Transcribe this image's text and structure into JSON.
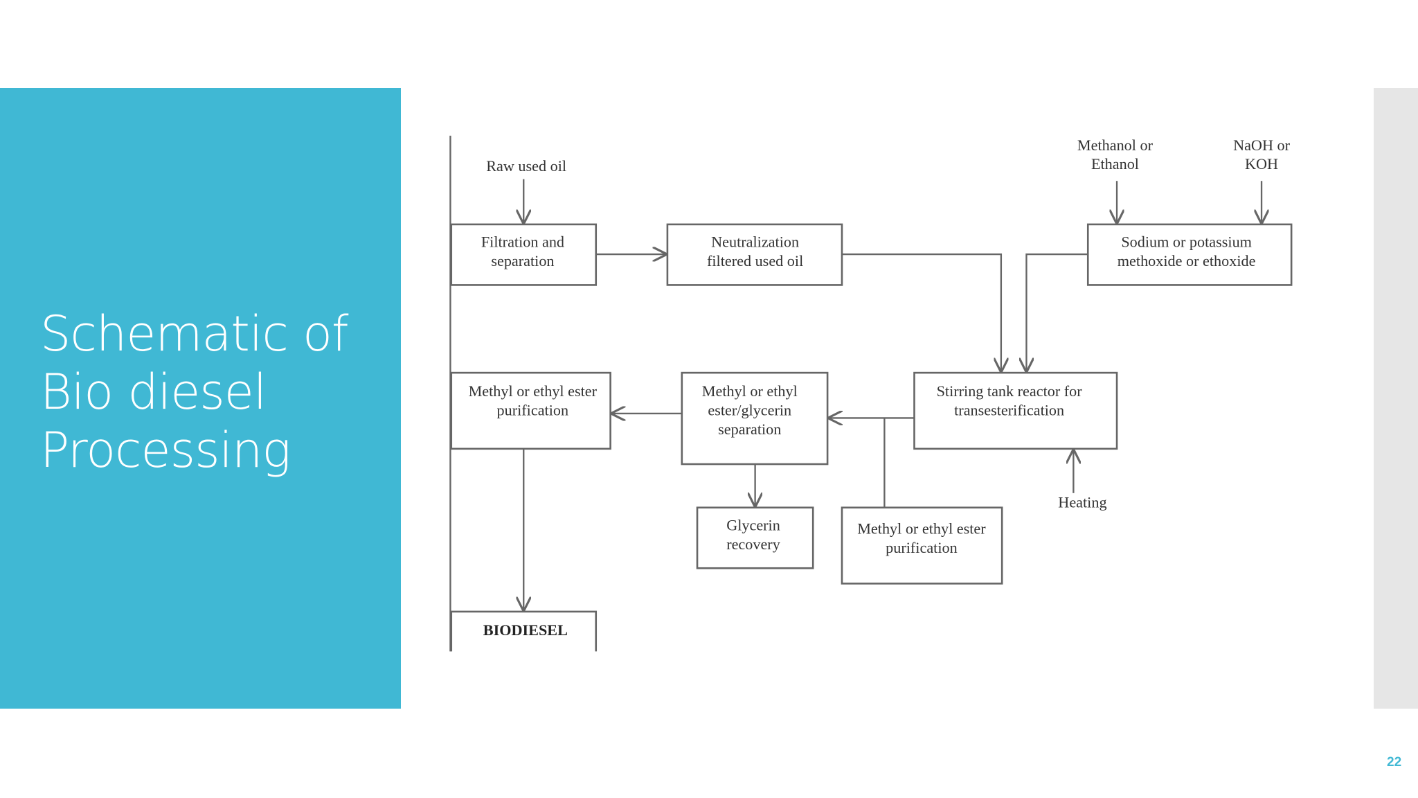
{
  "slide": {
    "title_lines": [
      "Schematic of",
      "Bio diesel",
      "Processing"
    ],
    "page_number": "22",
    "accent_color": "#40b8d4"
  },
  "diagram": {
    "inputs": {
      "raw_oil": "Raw used oil",
      "alcohol": [
        "Methanol or",
        "Ethanol"
      ],
      "catalyst": [
        "NaOH or",
        "KOH"
      ],
      "heating": "Heating"
    },
    "boxes": {
      "filtration": [
        "Filtration and",
        "separation"
      ],
      "neutralization": [
        "Neutralization",
        "filtered used oil"
      ],
      "alkoxide": [
        "Sodium or potassium",
        "methoxide or ethoxide"
      ],
      "reactor": [
        "Stirring tank reactor for",
        "transesterification"
      ],
      "separation": [
        "Methyl or ethyl",
        "ester/glycerin",
        "separation"
      ],
      "purification_left": [
        "Methyl or ethyl ester",
        "purification"
      ],
      "glycerin": [
        "Glycerin",
        "recovery"
      ],
      "purification_bottom": [
        "Methyl or ethyl ester",
        "purification"
      ],
      "biodiesel": "BIODIESEL"
    }
  }
}
